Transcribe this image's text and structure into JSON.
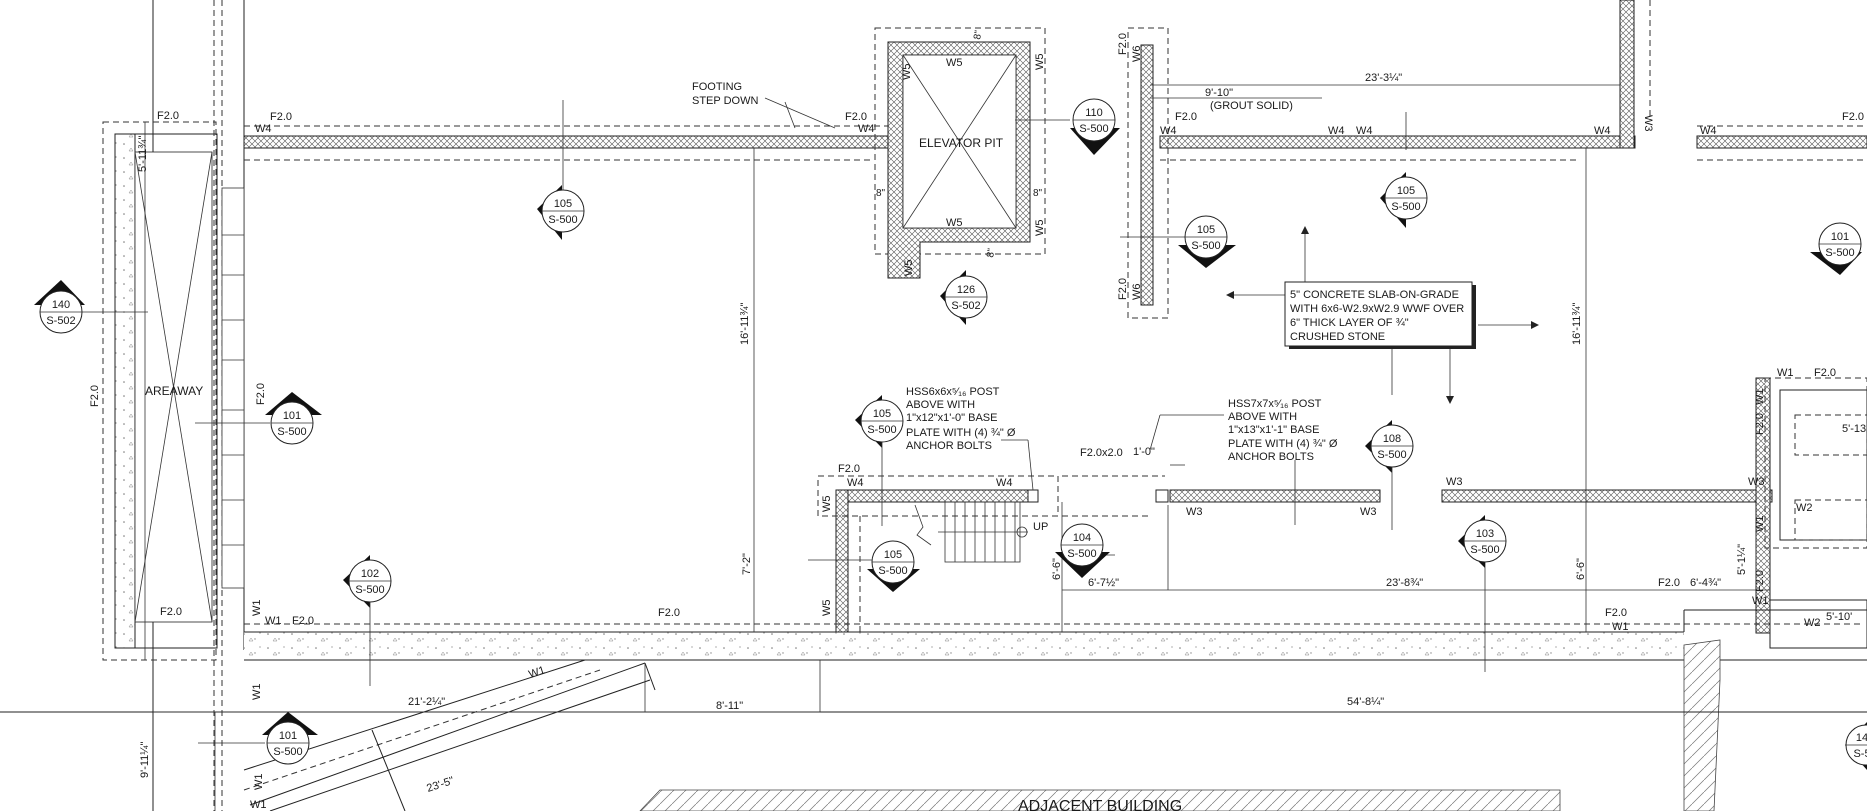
{
  "areas": {
    "areaway": "AREAWAY",
    "elevator_pit": "ELEVATOR PIT",
    "adjacent_building": "ADJACENT BUILDING"
  },
  "notes": {
    "footing_step": [
      "FOOTING",
      "STEP DOWN"
    ],
    "grout_dim": "9'-10\"",
    "grout_solid": "(GROUT SOLID)",
    "slab": [
      "5\" CONCRETE SLAB-ON-GRADE",
      "WITH 6x6-W2.9xW2.9 WWF OVER",
      "6\" THICK LAYER OF ¾\"",
      "CRUSHED STONE"
    ],
    "hss6": [
      "HSS6x6x⁵⁄₁₆ POST",
      "ABOVE WITH",
      "1\"x12\"x1'-0\" BASE",
      "PLATE WITH (4) ¾\" Ø",
      "ANCHOR BOLTS"
    ],
    "hss7": [
      "HSS7x7x⁵⁄₁₆ POST",
      "ABOVE WITH",
      "1\"x13\"x1'-1\" BASE",
      "PLATE WITH (4) ¾\" Ø",
      "ANCHOR BOLTS"
    ],
    "up": "UP"
  },
  "sections": [
    {
      "num": "105",
      "sheet": "S-500"
    },
    {
      "num": "110",
      "sheet": "S-500"
    },
    {
      "num": "105",
      "sheet": "S-500"
    },
    {
      "num": "105",
      "sheet": "S-500"
    },
    {
      "num": "101",
      "sheet": "S-500"
    },
    {
      "num": "140",
      "sheet": "S-502"
    },
    {
      "num": "126",
      "sheet": "S-502"
    },
    {
      "num": "101",
      "sheet": "S-500"
    },
    {
      "num": "105",
      "sheet": "S-500"
    },
    {
      "num": "108",
      "sheet": "S-500"
    },
    {
      "num": "104",
      "sheet": "S-500"
    },
    {
      "num": "105",
      "sheet": "S-500"
    },
    {
      "num": "102",
      "sheet": "S-500"
    },
    {
      "num": "103",
      "sheet": "S-500"
    },
    {
      "num": "101",
      "sheet": "S-500"
    },
    {
      "num": "14",
      "sheet": "S-5"
    }
  ],
  "dimensions": {
    "d23_3q": "23'-3¼\"",
    "d16_11q_a": "16'-11¾\"",
    "d16_11q_b": "16'-11¾\"",
    "d7_2": "7'-2\"",
    "d6_6a": "6'-6\"",
    "d6_7h": "6'-7½\"",
    "d23_8q": "23'-8¾\"",
    "d6_6b": "6'-6\"",
    "d6_4q": "6'-4¾\"",
    "d5_1q": "5'-1¼\"",
    "d5_10": "5'-10'",
    "d5_13": "5'-13",
    "d21_2q": "21'-2¼\"",
    "d8_11": "8'-11\"",
    "d54_8q": "54'-8¼\"",
    "d9_11q": "9'-11¼\"",
    "d23_5": "23'-5\"",
    "d5_11q": "5'-11¾\"",
    "d1_0": "1'-0\"",
    "d8a": "8\"",
    "d8b": "8\"",
    "d8c": "8\"",
    "d8d": "8\""
  },
  "tags": {
    "F20": "F2.0",
    "F20x20": "F2.0x2.0",
    "W1": "W1",
    "W2": "W2",
    "W3": "W3",
    "W4": "W4",
    "W5": "W5",
    "W6": "W6"
  }
}
